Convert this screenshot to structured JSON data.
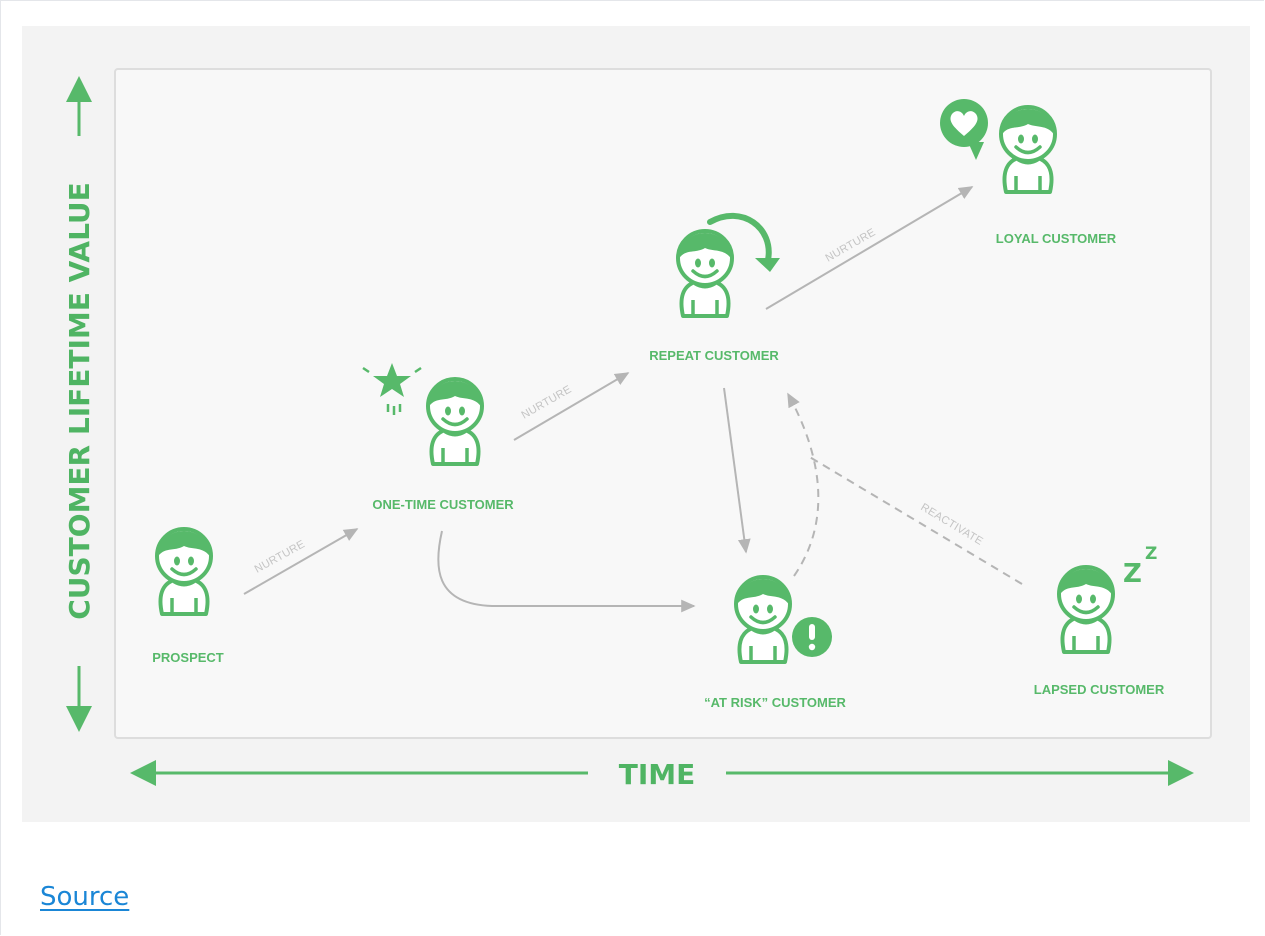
{
  "diagram": {
    "y_axis_label": "CUSTOMER LIFETIME VALUE",
    "x_axis_label": "TIME",
    "stages": {
      "prospect": "PROSPECT",
      "one_time": "ONE-TIME CUSTOMER",
      "repeat": "REPEAT CUSTOMER",
      "loyal": "LOYAL CUSTOMER",
      "at_risk": "“AT RISK” CUSTOMER",
      "lapsed": "LAPSED CUSTOMER"
    },
    "edge_labels": {
      "nurture_1": "NURTURE",
      "nurture_2": "NURTURE",
      "nurture_3": "NURTURE",
      "reactivate": "REACTIVATE"
    },
    "colors": {
      "green": "#57b96a",
      "arrow_gray": "#b5b5b5",
      "panel": "#f3f3f3"
    }
  },
  "source_link": "Source"
}
